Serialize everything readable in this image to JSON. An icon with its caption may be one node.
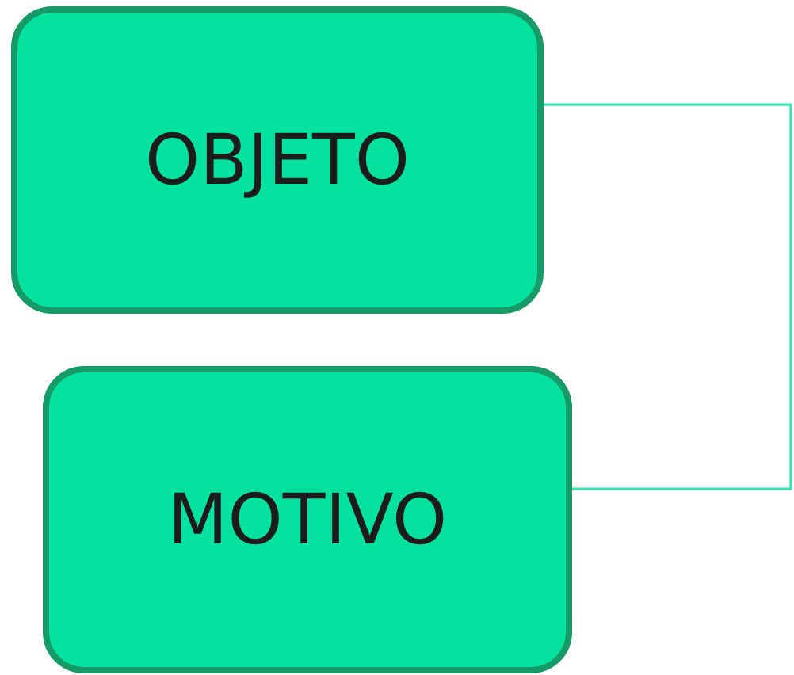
{
  "diagram": {
    "nodes": [
      {
        "text": [
          "OBJETO"
        ]
      },
      {
        "text": [
          "MOTIVO"
        ]
      }
    ],
    "edges": [
      {
        "from": 0,
        "to": 1,
        "arrow": "none"
      }
    ]
  }
}
